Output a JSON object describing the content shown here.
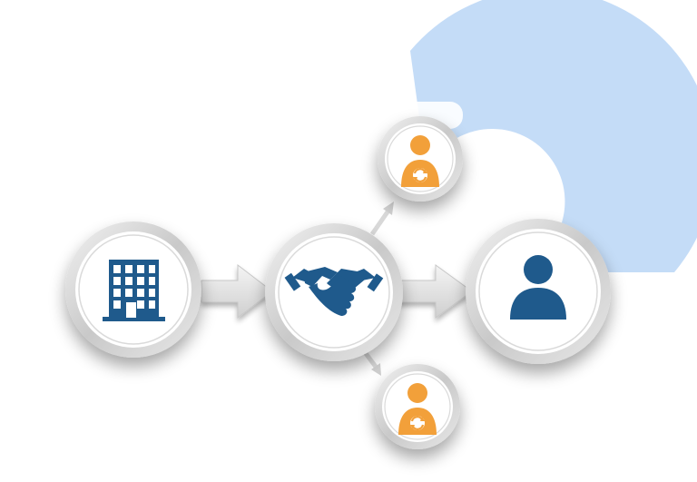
{
  "colors": {
    "background": "#ffffff",
    "backdrop_ring": "#c4dcf7",
    "primary_icon": "#1f5a8c",
    "secondary_icon": "#f2a03a",
    "node_ring": "#cfcfcf",
    "arrow": "#dcdcdc"
  },
  "nodes": [
    {
      "id": "company",
      "icon": "office-building-icon",
      "role": "source"
    },
    {
      "id": "partnership",
      "icon": "handshake-icon",
      "role": "hub"
    },
    {
      "id": "person",
      "icon": "person-icon",
      "role": "target"
    },
    {
      "id": "agent-top",
      "icon": "person-sync-icon",
      "role": "branch"
    },
    {
      "id": "agent-bottom",
      "icon": "person-sync-icon",
      "role": "branch"
    }
  ],
  "edges": [
    {
      "from": "company",
      "to": "partnership",
      "style": "thick"
    },
    {
      "from": "partnership",
      "to": "person",
      "style": "thick"
    },
    {
      "from": "partnership",
      "to": "agent-top",
      "style": "thin"
    },
    {
      "from": "partnership",
      "to": "agent-bottom",
      "style": "thin"
    }
  ]
}
